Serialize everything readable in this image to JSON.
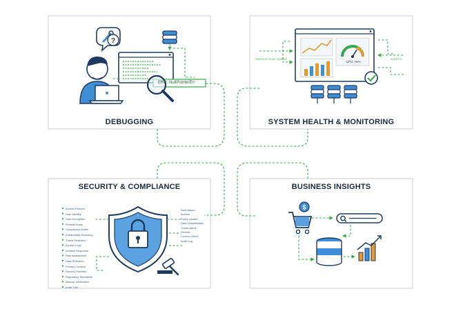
{
  "panels": {
    "debugging": {
      "title": "DEBUGGING",
      "log_highlight": "ERR: NullPointerErr"
    },
    "system_health": {
      "title": "SYSTEM HEALTH & MONITORING",
      "gauge_label": "CPU: 75%",
      "left_note": "SERVICE SYNC STATUS",
      "right_note": "ALERTS"
    },
    "security": {
      "title": "SECURITY & COMPLIANCE",
      "policy_list": [
        "Access Policies",
        "User Identity",
        "Data Encryption",
        "Firewall Rules",
        "Compliance Audits",
        "Vulnerability Scanning",
        "Threat Detection",
        "Access Logs",
        "Incident Response",
        "Risk Assessment",
        "Data Retention",
        "Privacy Controls",
        "Security Patches",
        "Regulatory Standards",
        "Backup Verification",
        "Audit Trail"
      ],
      "side_notes": [
        "Role Based",
        "Access",
        "Policy Update",
        "Data Classification",
        "Threat Alerts",
        "Review",
        "Control Check",
        "Audit Log"
      ]
    },
    "business": {
      "title": "BUSINESS INSIGHTS"
    }
  },
  "colors": {
    "accent_green": "#35a84c",
    "icon_blue": "#3f8fd6",
    "outline": "#1e3a5f",
    "frame": "#c9ced6"
  }
}
